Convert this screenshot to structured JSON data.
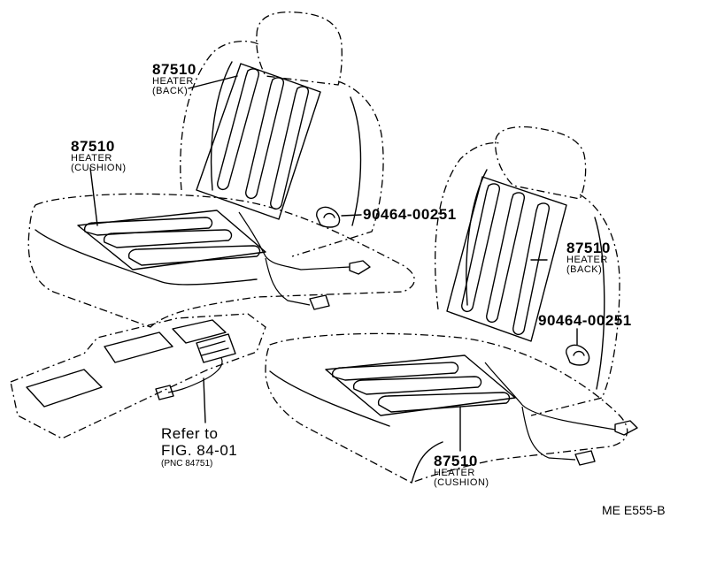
{
  "labels": {
    "back_left": {
      "part": "87510",
      "line1": "HEATER",
      "line2": "(BACK)"
    },
    "cushion_left": {
      "part": "87510",
      "line1": "HEATER",
      "line2": "(CUSHION)"
    },
    "clip_upper": {
      "part": "90464-00251"
    },
    "back_right": {
      "part": "87510",
      "line1": "HEATER",
      "line2": "(BACK)"
    },
    "clip_right": {
      "part": "90464-00251"
    },
    "cushion_right": {
      "part": "87510",
      "line1": "HEATER",
      "line2": "(CUSHION)"
    },
    "refer": {
      "line1": "Refer to",
      "line2": "FIG. 84-01",
      "line3": "(PNC 84751)"
    },
    "figure_code": "ME E555-B"
  }
}
